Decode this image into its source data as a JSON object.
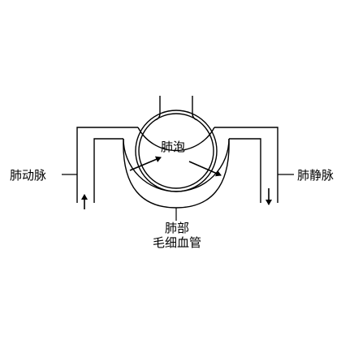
{
  "labels": {
    "alveolus": "肺泡",
    "pulmonary_artery": "肺动脉",
    "pulmonary_vein": "肺静脉",
    "capillary_line1": "肺部",
    "capillary_line2": "毛细血管"
  },
  "arrows": {
    "artery_flow": "up",
    "vein_flow": "down",
    "into_alveolus": "capillary-to-alveolus",
    "out_of_alveolus": "alveolus-to-capillary"
  },
  "colors": {
    "stroke": "#000000",
    "background": "#ffffff"
  }
}
